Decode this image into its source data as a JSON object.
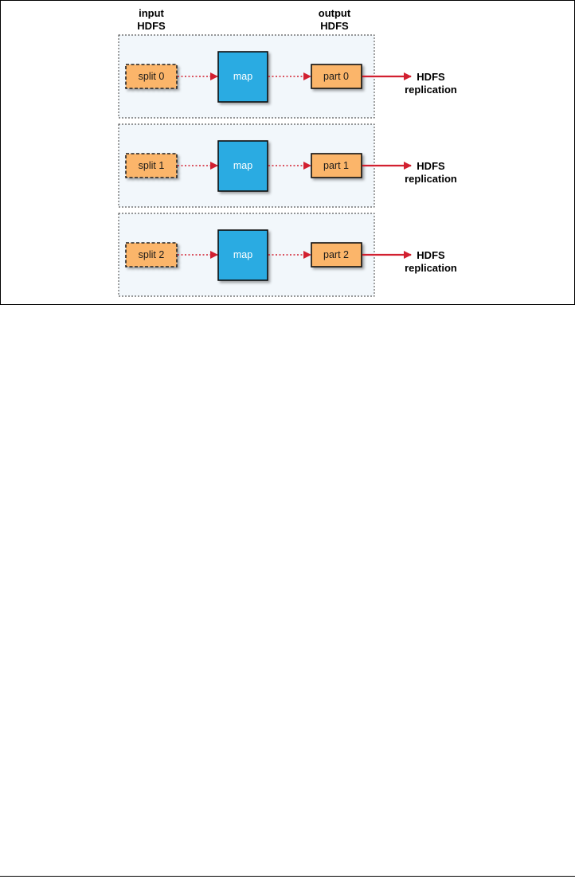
{
  "headers": {
    "input": [
      "input",
      "HDFS"
    ],
    "output": [
      "output",
      "HDFS"
    ]
  },
  "map_label": "map",
  "rows": [
    {
      "split": "split 0",
      "part": "part 0",
      "destination": [
        "HDFS",
        "replication"
      ]
    },
    {
      "split": "split 1",
      "part": "part 1",
      "destination": [
        "HDFS",
        "replication"
      ]
    },
    {
      "split": "split 2",
      "part": "part 2",
      "destination": [
        "HDFS",
        "replication"
      ]
    }
  ],
  "colors": {
    "node_fill": "#f2f7fb",
    "split_fill": "#fbb56a",
    "part_fill": "#fbb56a",
    "map_fill": "#29abe2",
    "arrow": "#d22030"
  }
}
